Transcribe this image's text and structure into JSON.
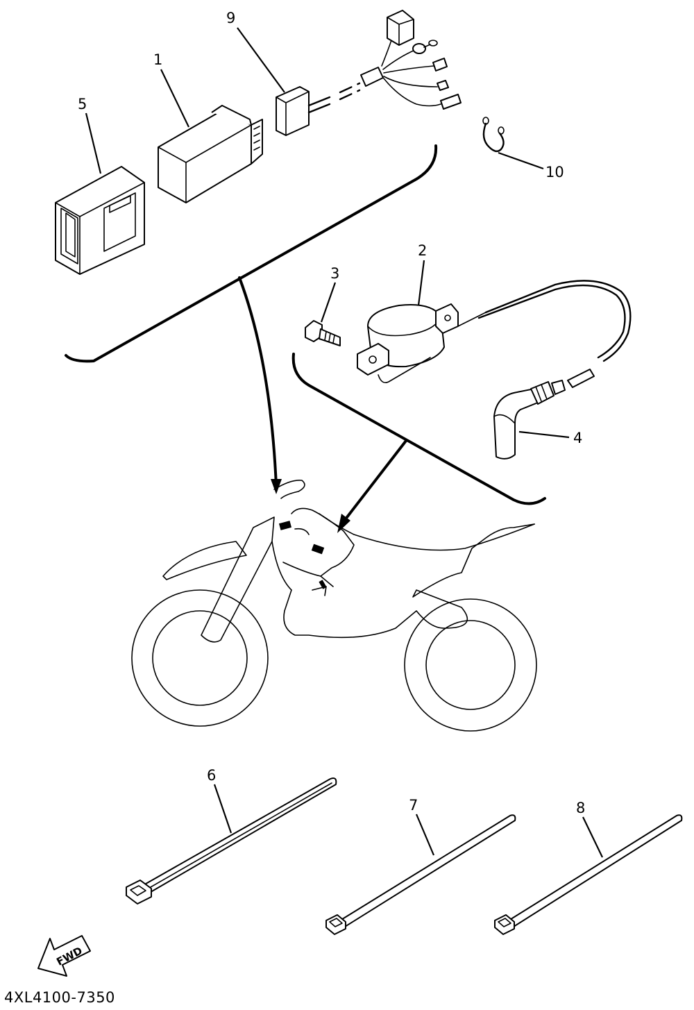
{
  "diagram": {
    "callouts": [
      "1",
      "2",
      "3",
      "4",
      "5",
      "6",
      "7",
      "8",
      "9",
      "10"
    ],
    "fwd_label": "FWD",
    "drawing_code": "4XL4100-7350"
  }
}
